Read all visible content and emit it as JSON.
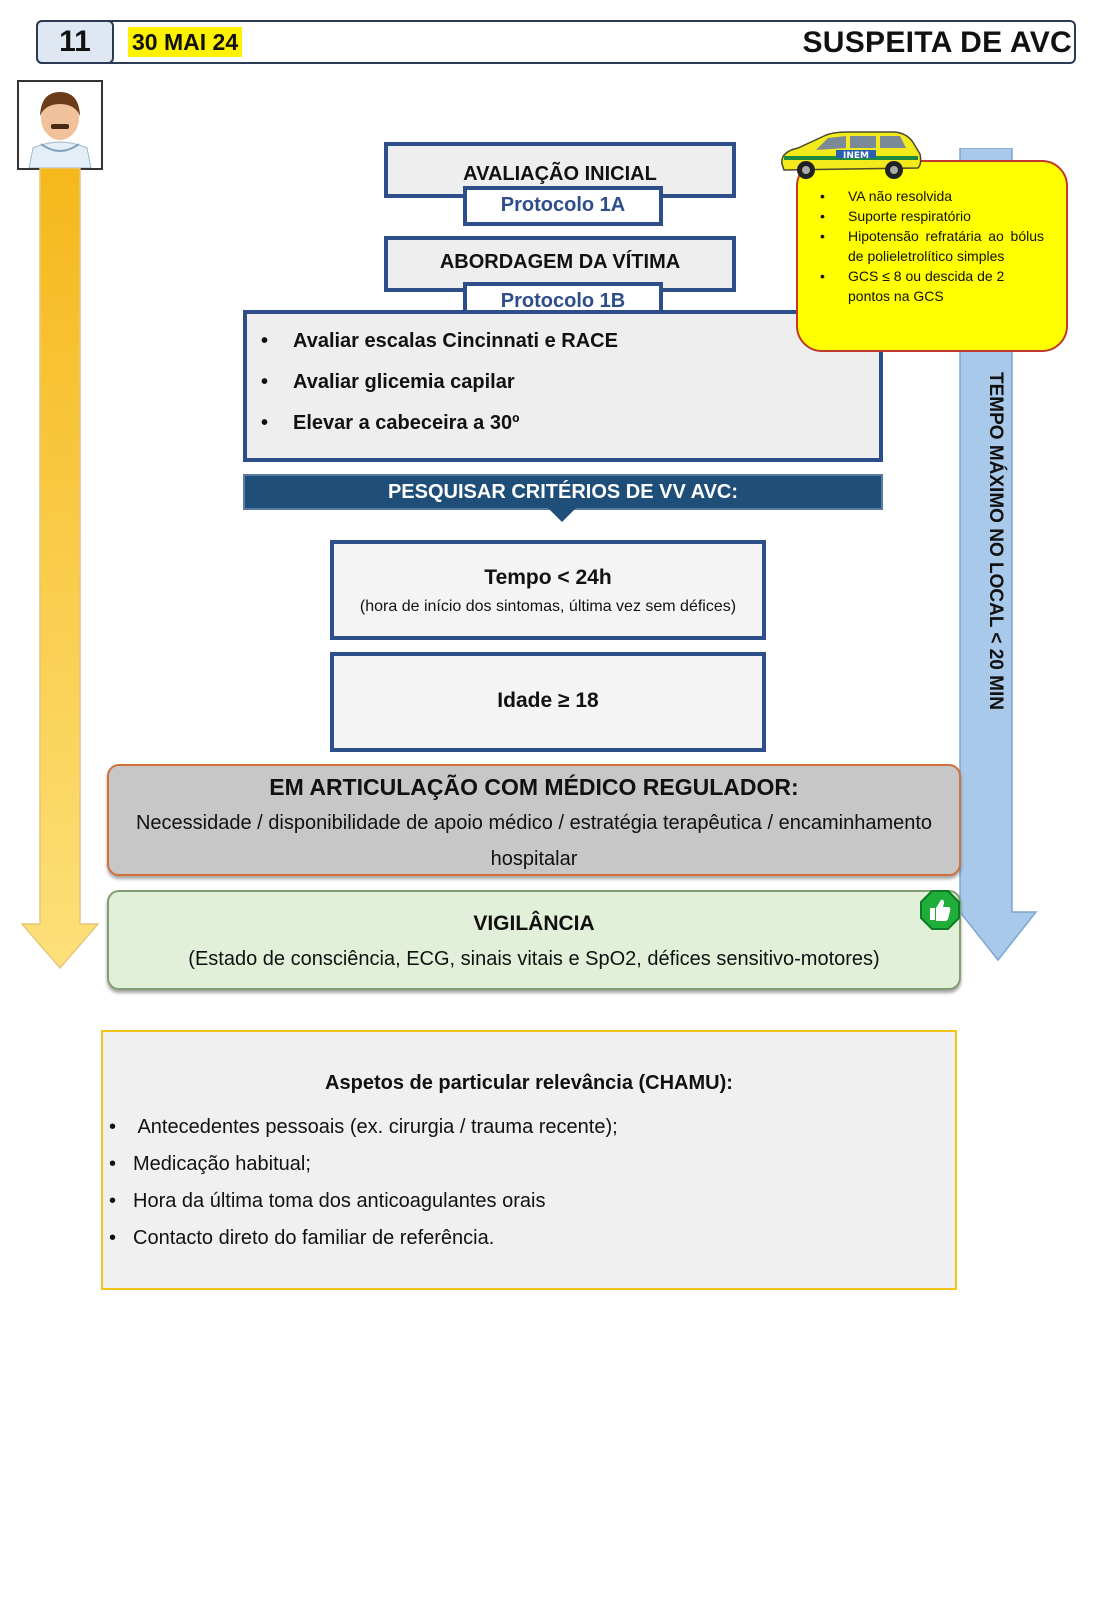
{
  "header": {
    "number": "11",
    "date": "30 MAI 24",
    "title": "SUSPEITA DE AVC"
  },
  "flow": {
    "avaliacao_title": "AVALIAÇÃO INICIAL",
    "protocol_1a": "Protocolo 1A",
    "abordagem_title": "ABORDAGEM DA VÍTIMA",
    "protocol_1b": "Protocolo 1B",
    "checklist": [
      "Avaliar escalas Cincinnati e RACE",
      "Avaliar glicemia capilar",
      "Elevar a cabeceira a 30º"
    ],
    "criteria_banner": "PESQUISAR CRITÉRIOS DE VV AVC:",
    "tempo_title": "Tempo < 24h",
    "tempo_sub": "(hora de início dos sintomas, última vez sem défices)",
    "idade": "Idade ≥ 18",
    "medico_title": "EM ARTICULAÇÃO COM MÉDICO REGULADOR:",
    "medico_text": "Necessidade / disponibilidade de apoio médico / estratégia terapêutica / encaminhamento hospitalar",
    "vigilancia_title": "VIGILÂNCIA",
    "vigilancia_text": "(Estado de consciência, ECG, sinais vitais e SpO2, défices sensitivo-motores)"
  },
  "alert": {
    "items": [
      "VA não resolvida",
      "Suporte respiratório",
      "Hipotensão refratária ao bólus de polieletrolítico simples",
      "GCS ≤ 8 ou descida de 2 pontos na GCS"
    ],
    "vehicle_label": "INEM"
  },
  "time_limit": "TEMPO MÁXIMO NO LOCAL < 20 MIN",
  "aspects": {
    "title": "Aspetos de particular relevância (CHAMU):",
    "items": [
      " Antecedentes pessoais (ex. cirurgia / trauma recente);",
      "Medicação habitual;",
      "Hora da última toma dos anticoagulantes orais",
      "Contacto direto do familiar de referência."
    ]
  },
  "colors": {
    "navy": "#2e4e8a",
    "banner": "#1f4e79",
    "alert_yellow": "#ffff00",
    "arrow_gold": "#f6b81b",
    "arrow_blue": "#a9c9ea",
    "vigilance_green": "#e3f0d9",
    "medico_grey": "#c7c7c7"
  }
}
